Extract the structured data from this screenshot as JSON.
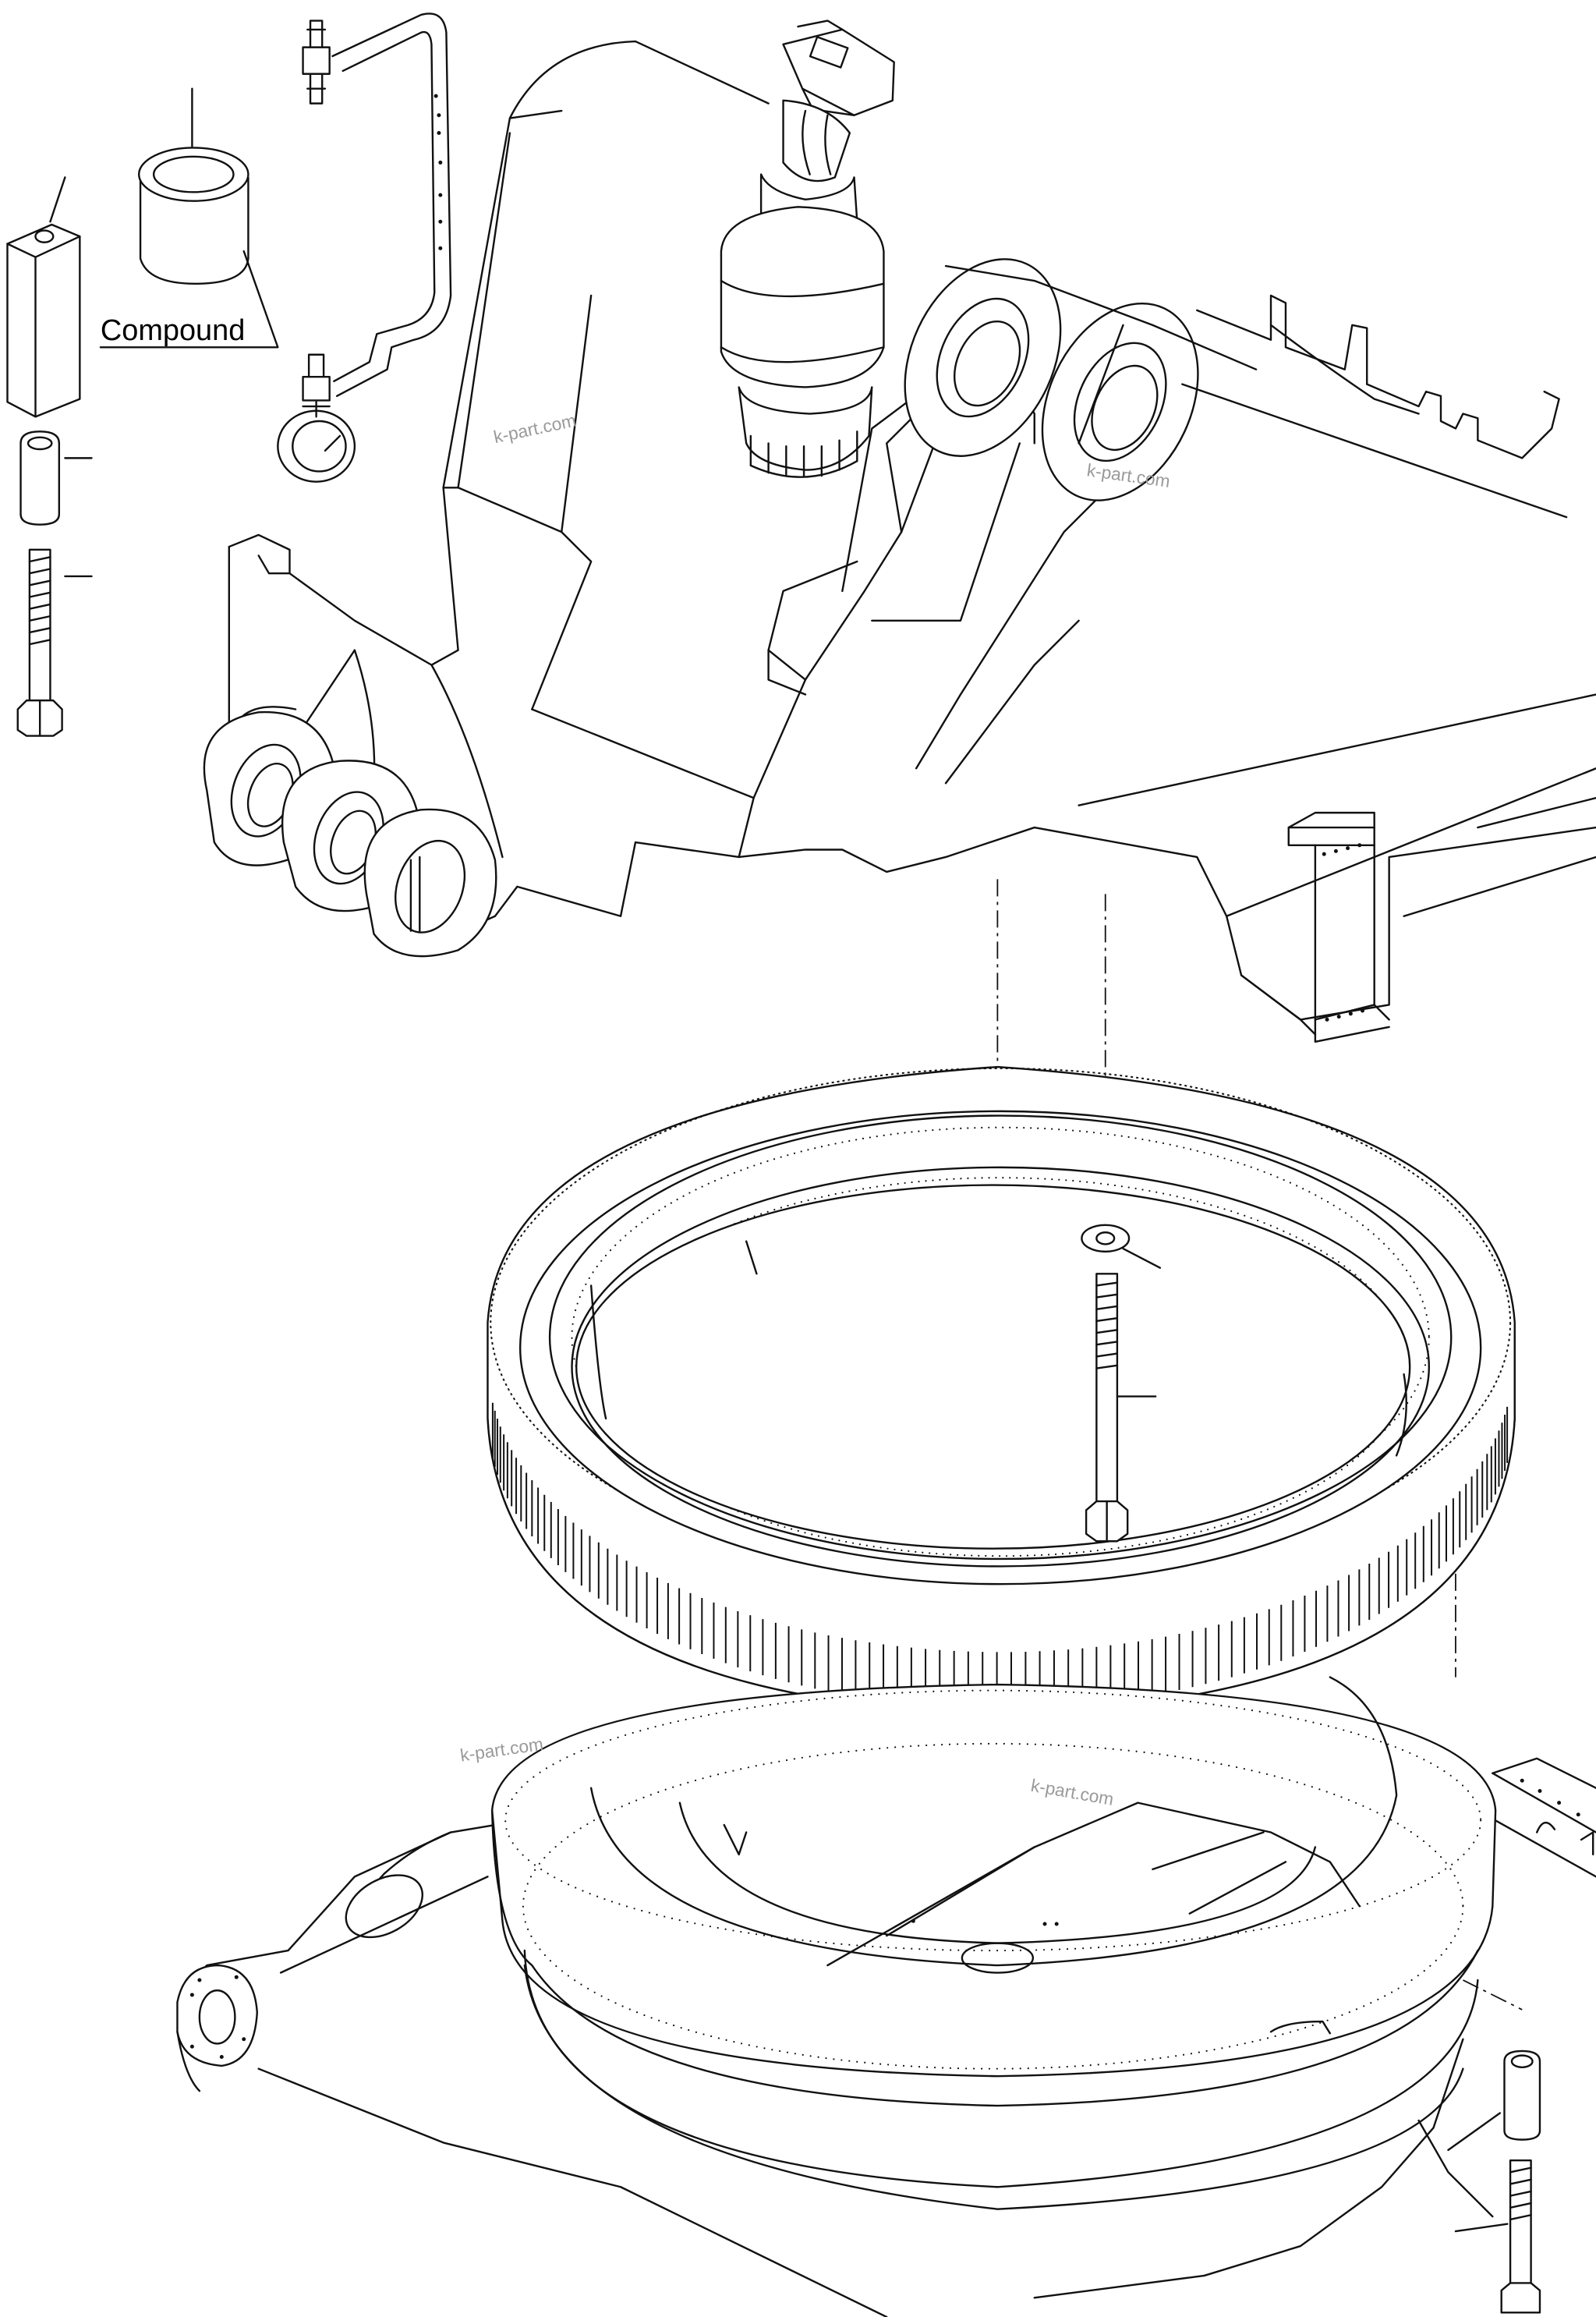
{
  "callouts": {
    "compound_label": "Compound"
  },
  "watermarks": [
    {
      "id": "wm-1",
      "text": "k-part.com"
    },
    {
      "id": "wm-2",
      "text": "k-part.com"
    },
    {
      "id": "wm-3",
      "text": "k-part.com"
    },
    {
      "id": "wm-4",
      "text": "k-part.com"
    }
  ],
  "icons": {
    "sealant": "sealant-can-icon",
    "spacer_block": "spacer-block-icon",
    "swivel_joint": "center-swivel-joint-icon",
    "grease_line": "grease-line-icon",
    "gauge": "pressure-gauge-icon",
    "upper_frame": "upper-revolving-frame-icon",
    "swing_circle": "swing-circle-bearing-icon",
    "undercarriage": "track-frame-icon",
    "bolt": "bolt-icon",
    "washer": "washer-icon"
  },
  "colors": {
    "line": "#111111",
    "background": "#ffffff",
    "watermark": "#9a9a9a"
  }
}
